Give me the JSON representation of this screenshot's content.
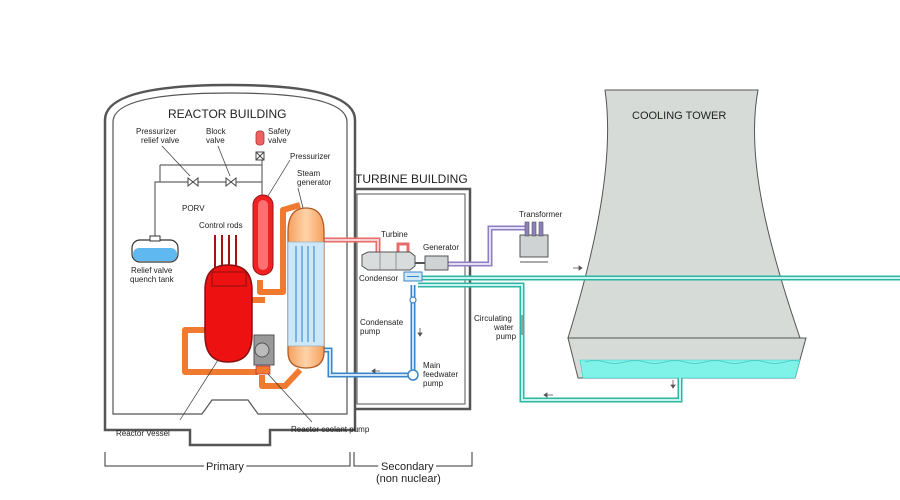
{
  "buildings": {
    "reactor": "REACTOR BUILDING",
    "turbine": "TURBINE BUILDING",
    "cooling": "COOLING TOWER"
  },
  "labels": {
    "pressurizer_relief_valve": [
      "Pressurizer",
      "relief valve"
    ],
    "block_valve": [
      "Block",
      "valve"
    ],
    "safety_valve": [
      "Safety",
      "valve"
    ],
    "pressurizer": "Pressurizer",
    "steam_generator": [
      "Steam",
      "generator"
    ],
    "porv": "PORV",
    "control_rods": "Control rods",
    "relief_valve_quench_tank": [
      "Relief valve",
      "quench tank"
    ],
    "turbine": "Turbine",
    "generator": "Generator",
    "condensor": "Condensor",
    "condensate_pump": [
      "Condensate",
      "pump"
    ],
    "main_feedwater_pump": [
      "Main",
      "feedwater",
      "pump"
    ],
    "transformer": "Transformer",
    "circulating_water_pump": [
      "Circulating",
      "water",
      "pump"
    ],
    "reactor_vessel": "Reactor Vessel",
    "reactor_coolant_pump": "Reactor coolant pump"
  },
  "sections": {
    "primary": "Primary",
    "secondary": [
      "Secondary",
      "(non nuclear)"
    ]
  },
  "colors": {
    "reactor_red": "#ee1111",
    "primary_orange": "#f07a30",
    "steam_pink": "#f2aaaa",
    "feedwater_blue": "#3a86c8",
    "circulating_teal": "#2fb6a2",
    "tower_gray": "#d6dbd8",
    "tower_water": "#7ff3e8",
    "power_purple": "#8f7fbf",
    "wall_gray": "#555555"
  }
}
